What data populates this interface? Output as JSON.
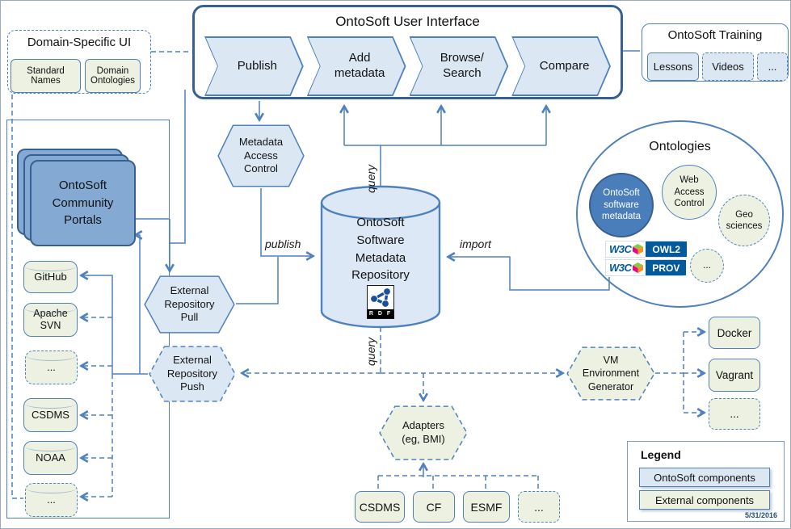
{
  "ui": {
    "title": "OntoSoft User Interface",
    "chevrons": [
      "Publish",
      "Add\nmetadata",
      "Browse/\nSearch",
      "Compare"
    ]
  },
  "domain_ui": {
    "title": "Domain-Specific UI",
    "items": [
      "Standard\nNames",
      "Domain\nOntologies"
    ]
  },
  "training": {
    "title": "OntoSoft Training",
    "items": [
      "Lessons",
      "Videos",
      "..."
    ]
  },
  "portals": {
    "label": "OntoSoft\nCommunity\nPortals"
  },
  "repositories": [
    "GitHub",
    "Apache\nSVN",
    "...",
    "CSDMS",
    "NOAA",
    "..."
  ],
  "hexagons": {
    "metadata_access": "Metadata\nAccess\nControl",
    "repo_pull": "External\nRepository\nPull",
    "repo_push": "External\nRepository\nPush",
    "adapters": "Adapters\n(eg, BMI)",
    "vm_generator": "VM\nEnvironment\nGenerator"
  },
  "repository": {
    "label": "OntoSoft\nSoftware\nMetadata\nRepository",
    "icon_text": "R D F"
  },
  "ontologies": {
    "title": "Ontologies",
    "core": "OntoSoft\nsoftware\nmetadata",
    "circles": [
      "Web\nAccess\nControl",
      "Geo\nsciences",
      "..."
    ],
    "badges": [
      {
        "prefix": "W3C",
        "label": "OWL2"
      },
      {
        "prefix": "W3C",
        "label": "PROV"
      }
    ]
  },
  "edge_labels": {
    "publish": "publish",
    "import": "import",
    "query_top": "query",
    "query_bottom": "query"
  },
  "adapters_targets": [
    "CSDMS",
    "CF",
    "ESMF",
    "..."
  ],
  "vm_targets": [
    "Docker",
    "Vagrant",
    "..."
  ],
  "legend": {
    "title": "Legend",
    "items": [
      "OntoSoft components",
      "External components"
    ],
    "date": "5/31/2016"
  },
  "colors": {
    "line_blue": "#4f81bd",
    "dark_border": "#376092",
    "light_blue_fill": "#dbe8f4",
    "mid_blue_fill": "#84aad4",
    "pale_green_fill": "#edf1e1",
    "w3c_blue": "#005a9c"
  }
}
